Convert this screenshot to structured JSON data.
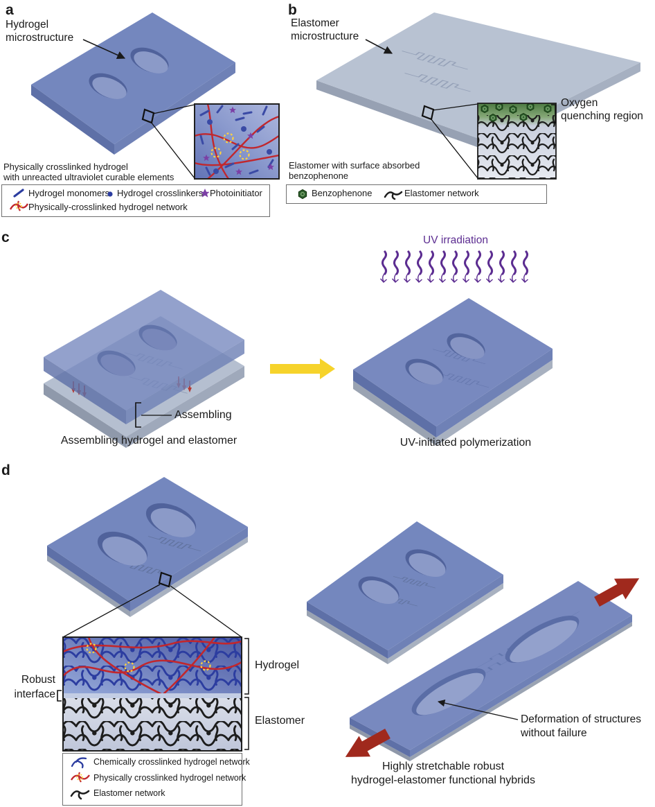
{
  "panel_a": {
    "label": "a",
    "structure_label": [
      "Hydrogel",
      "microstructure"
    ],
    "caption": [
      "Physically crosslinked hydrogel",
      "with unreacted ultraviolet curable elements"
    ],
    "legend": {
      "monomers": "Hydrogel monomers",
      "crosslinkers": "Hydrogel crosslinkers",
      "photoinitiator": "Photoinitiator",
      "network": "Physically-crosslinked hydrogel network"
    }
  },
  "panel_b": {
    "label": "b",
    "structure_label": [
      "Elastomer",
      "microstructure"
    ],
    "region_label": [
      "Oxygen",
      "quenching region"
    ],
    "caption": [
      "Elastomer with surface absorbed",
      "benzophenone"
    ],
    "legend": {
      "benzophenone": "Benzophenone",
      "network": "Elastomer network"
    }
  },
  "panel_c": {
    "label": "c",
    "uv_label": "UV irradiation",
    "assembling_label": "Assembling",
    "left_caption": "Assembling hydrogel and elastomer",
    "right_caption": "UV-initiated polymerization"
  },
  "panel_d": {
    "label": "d",
    "interface_label": [
      "Robust",
      "interface"
    ],
    "hydrogel_label": "Hydrogel",
    "elastomer_label": "Elastomer",
    "legend": {
      "chemical": "Chemically crosslinked hydrogel network",
      "physical": "Physically crosslinked hydrogel network",
      "elastomer": "Elastomer network"
    },
    "deformation_label": [
      "Deformation of structures",
      "without failure"
    ],
    "caption": [
      "Highly stretchable robust",
      "hydrogel-elastomer functional hybrids"
    ]
  },
  "colors": {
    "hydrogel_blue": "#7487be",
    "elastomer_gray": "#b8c2d2",
    "physical_network_red": "#c1272d",
    "chemical_network_blue": "#2c3da0",
    "elastomer_network_black": "#1d1d1d",
    "uv_purple": "#5c2d91",
    "process_arrow_yellow": "#f6d32b",
    "stretch_arrow_red": "#a0291d",
    "benzophenone_green": "#2e5f2e",
    "photoinitiator_purple": "#7b3fa5",
    "crosslink_marker_yellow": "#ffd23f"
  }
}
